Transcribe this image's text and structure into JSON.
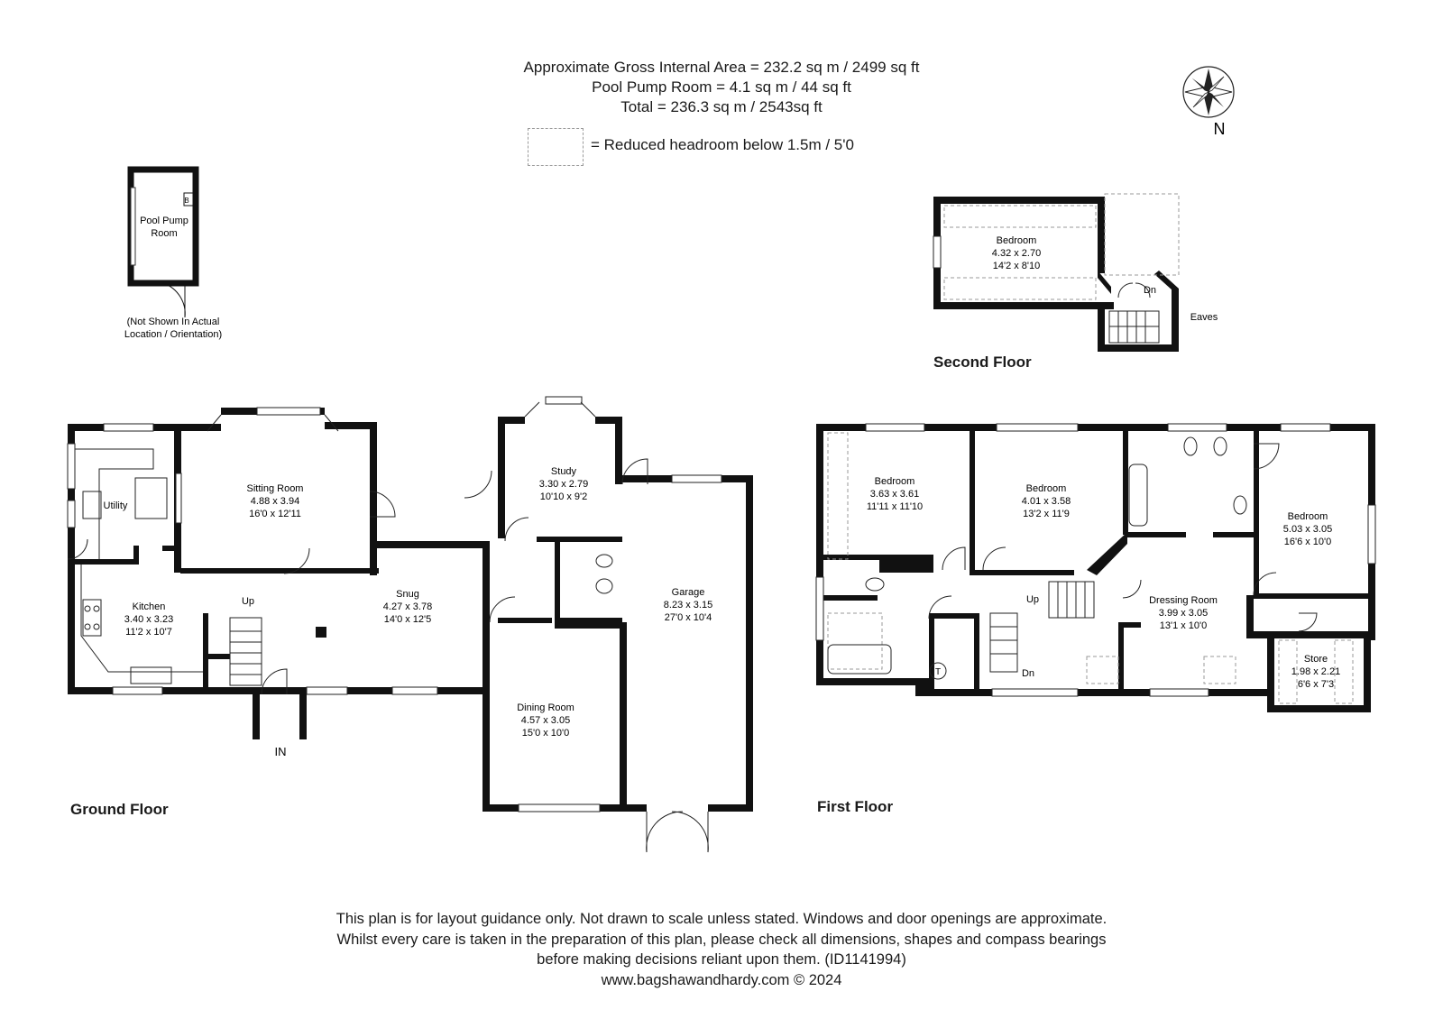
{
  "header": {
    "line1": "Approximate Gross Internal Area = 232.2 sq m / 2499 sq ft",
    "line2": "Pool Pump Room = 4.1 sq m / 44 sq ft",
    "line3": "Total = 236.3 sq m / 2543sq ft",
    "legend": "= Reduced headroom below 1.5m / 5'0"
  },
  "compass": {
    "label": "N",
    "icon": "compass-rose-icon"
  },
  "floors": {
    "ground": "Ground Floor",
    "first": "First Floor",
    "second": "Second Floor"
  },
  "pool": {
    "name1": "Pool Pump",
    "name2": "Room",
    "b": "B",
    "note1": "(Not Shown In Actual",
    "note2": "Location / Orientation)"
  },
  "rooms": {
    "sitting": {
      "name": "Sitting Room",
      "m": "4.88 x 3.94",
      "ft": "16'0 x 12'11"
    },
    "utility": {
      "name": "Utility"
    },
    "kitchen": {
      "name": "Kitchen",
      "m": "3.40 x 3.23",
      "ft": "11'2 x 10'7"
    },
    "snug": {
      "name": "Snug",
      "m": "4.27 x 3.78",
      "ft": "14'0 x 12'5"
    },
    "study": {
      "name": "Study",
      "m": "3.30 x 2.79",
      "ft": "10'10 x 9'2"
    },
    "dining": {
      "name": "Dining Room",
      "m": "4.57 x 3.05",
      "ft": "15'0 x 10'0"
    },
    "garage": {
      "name": "Garage",
      "m": "8.23 x 3.15",
      "ft": "27'0 x 10'4"
    },
    "bed1": {
      "name": "Bedroom",
      "m": "3.63 x 3.61",
      "ft": "11'11 x 11'10"
    },
    "bed2": {
      "name": "Bedroom",
      "m": "4.01 x 3.58",
      "ft": "13'2 x 11'9"
    },
    "bed3": {
      "name": "Bedroom",
      "m": "5.03 x 3.05",
      "ft": "16'6 x 10'0"
    },
    "dressing": {
      "name": "Dressing Room",
      "m": "3.99 x 3.05",
      "ft": "13'1 x 10'0"
    },
    "store": {
      "name": "Store",
      "m": "1.98 x 2.21",
      "ft": "6'6 x 7'3"
    },
    "bed4": {
      "name": "Bedroom",
      "m": "4.32 x 2.70",
      "ft": "14'2 x 8'10"
    }
  },
  "labels": {
    "up": "Up",
    "dn": "Dn",
    "in": "IN",
    "eaves": "Eaves",
    "tank": "T"
  },
  "disclaimer": {
    "line1": "This plan is for layout guidance only. Not drawn to scale unless stated. Windows and door openings are approximate.",
    "line2": "Whilst every care is taken in the preparation of this plan, please check all dimensions, shapes and compass bearings",
    "line3": "before making decisions reliant upon them. (ID1141994)",
    "line4": "www.bagshawandhardy.com © 2024"
  }
}
